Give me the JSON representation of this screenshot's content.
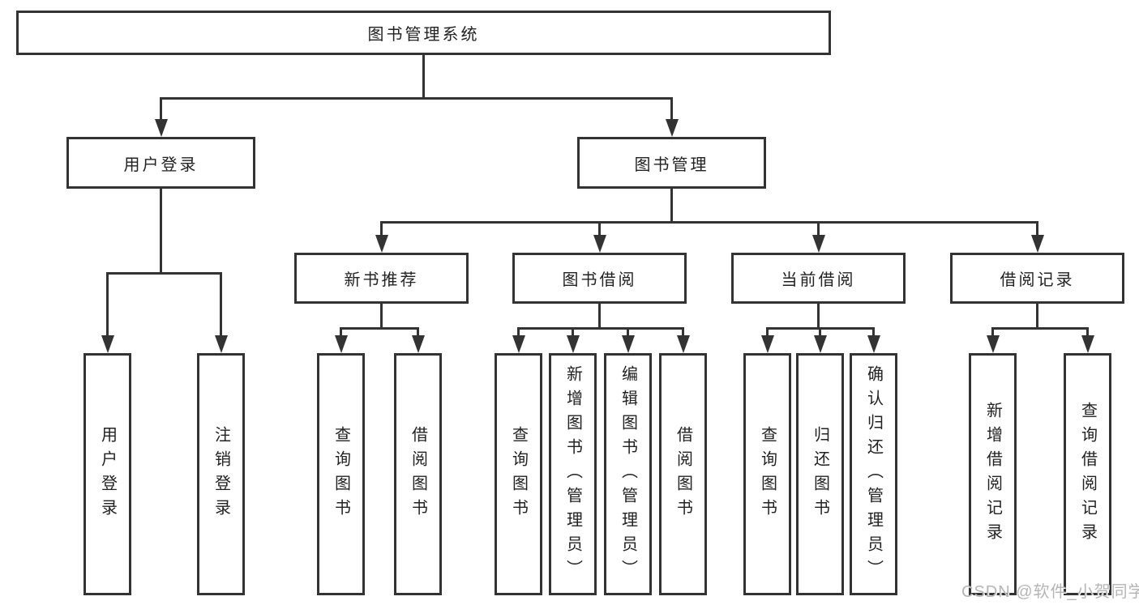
{
  "watermark": "CSDN @软件_小贺同学",
  "colors": {
    "line": "#333333",
    "text": "#222222",
    "watermark": "#b5b5b5"
  },
  "tree": {
    "root": {
      "label": "图书管理系统",
      "children": [
        {
          "label": "用户登录",
          "children": [
            {
              "label": "用户登录"
            },
            {
              "label": "注销登录"
            }
          ]
        },
        {
          "label": "图书管理",
          "children": [
            {
              "label": "新书推荐",
              "children": [
                {
                  "label": "查询图书"
                },
                {
                  "label": "借阅图书"
                }
              ]
            },
            {
              "label": "图书借阅",
              "children": [
                {
                  "label": "查询图书"
                },
                {
                  "label": "新增图书（管理员）"
                },
                {
                  "label": "编辑图书（管理员）"
                },
                {
                  "label": "借阅图书"
                }
              ]
            },
            {
              "label": "当前借阅",
              "children": [
                {
                  "label": "查询图书"
                },
                {
                  "label": "归还图书"
                },
                {
                  "label": "确认归还（管理员）"
                }
              ]
            },
            {
              "label": "借阅记录",
              "children": [
                {
                  "label": "新增借阅记录"
                },
                {
                  "label": "查询借阅记录"
                }
              ]
            }
          ]
        }
      ]
    }
  }
}
